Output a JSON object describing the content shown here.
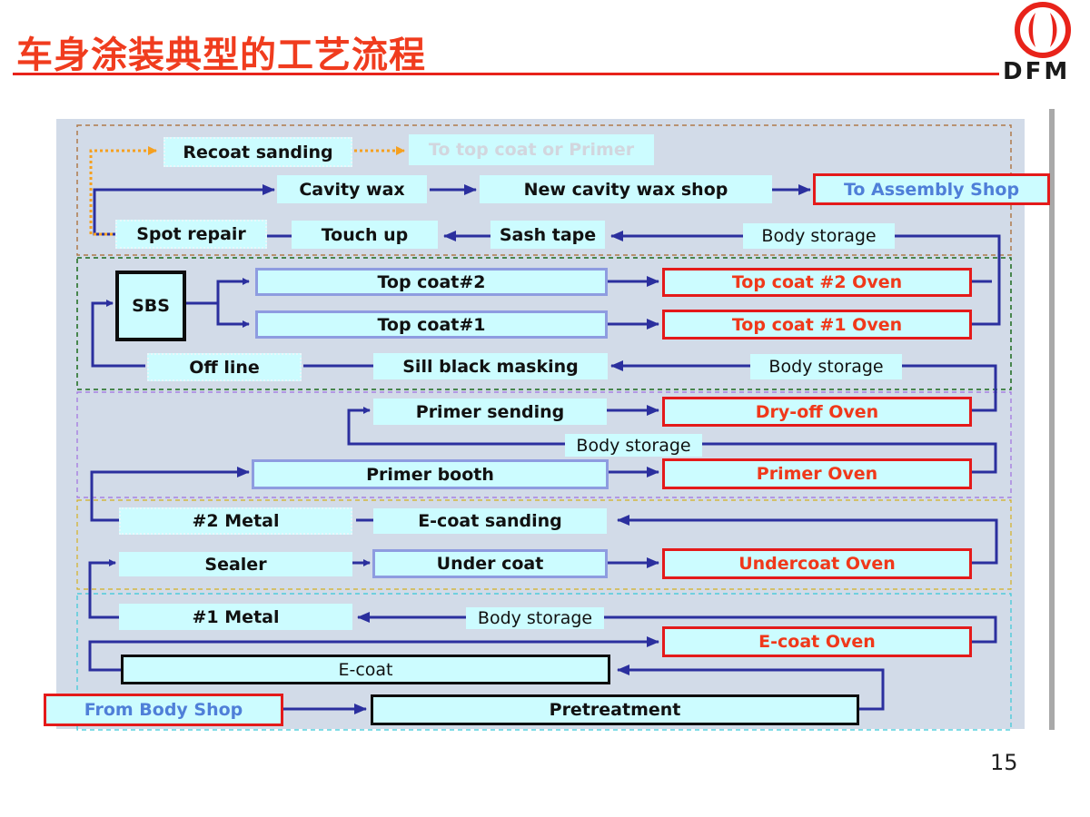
{
  "slide": {
    "title": "车身涂装典型的工艺流程",
    "logo_text": "DFM",
    "page_number": "15"
  },
  "colors": {
    "title": "#f03c1e",
    "panel": "#d2dbe8",
    "box_fill": "#ccfcff",
    "oven_border": "#e41a1a",
    "arrow": "#2b2f9e",
    "rework_arrow": "#f5a020"
  },
  "nodes": {
    "recoat_sanding": "Recoat sanding",
    "to_top_coat_or_primer": "To top coat or Primer",
    "cavity_wax": "Cavity wax",
    "new_cavity_wax_shop": "New cavity wax shop",
    "to_assembly_shop": "To Assembly Shop",
    "spot_repair": "Spot repair",
    "touch_up": "Touch up",
    "sash_tape": "Sash tape",
    "body_storage_1": "Body storage",
    "sbs": "SBS",
    "top_coat_2": "Top coat#2",
    "top_coat_2_oven": "Top coat #2 Oven",
    "top_coat_1": "Top coat#1",
    "top_coat_1_oven": "Top coat #1 Oven",
    "off_line": "Off line",
    "sill_black_masking": "Sill black masking",
    "body_storage_2": "Body storage",
    "primer_sending": "Primer sending",
    "dry_off_oven": "Dry-off Oven",
    "body_storage_3": "Body storage",
    "primer_booth": "Primer booth",
    "primer_oven": "Primer Oven",
    "metal_2": "#2 Metal",
    "e_coat_sanding": "E-coat sanding",
    "sealer": "Sealer",
    "under_coat": "Under coat",
    "undercoat_oven": "Undercoat  Oven",
    "metal_1": "#1 Metal",
    "body_storage_4": "Body storage",
    "e_coat_oven": "E-coat Oven",
    "e_coat": "E-coat",
    "from_body_shop": "From Body Shop",
    "pretreatment": "Pretreatment"
  }
}
